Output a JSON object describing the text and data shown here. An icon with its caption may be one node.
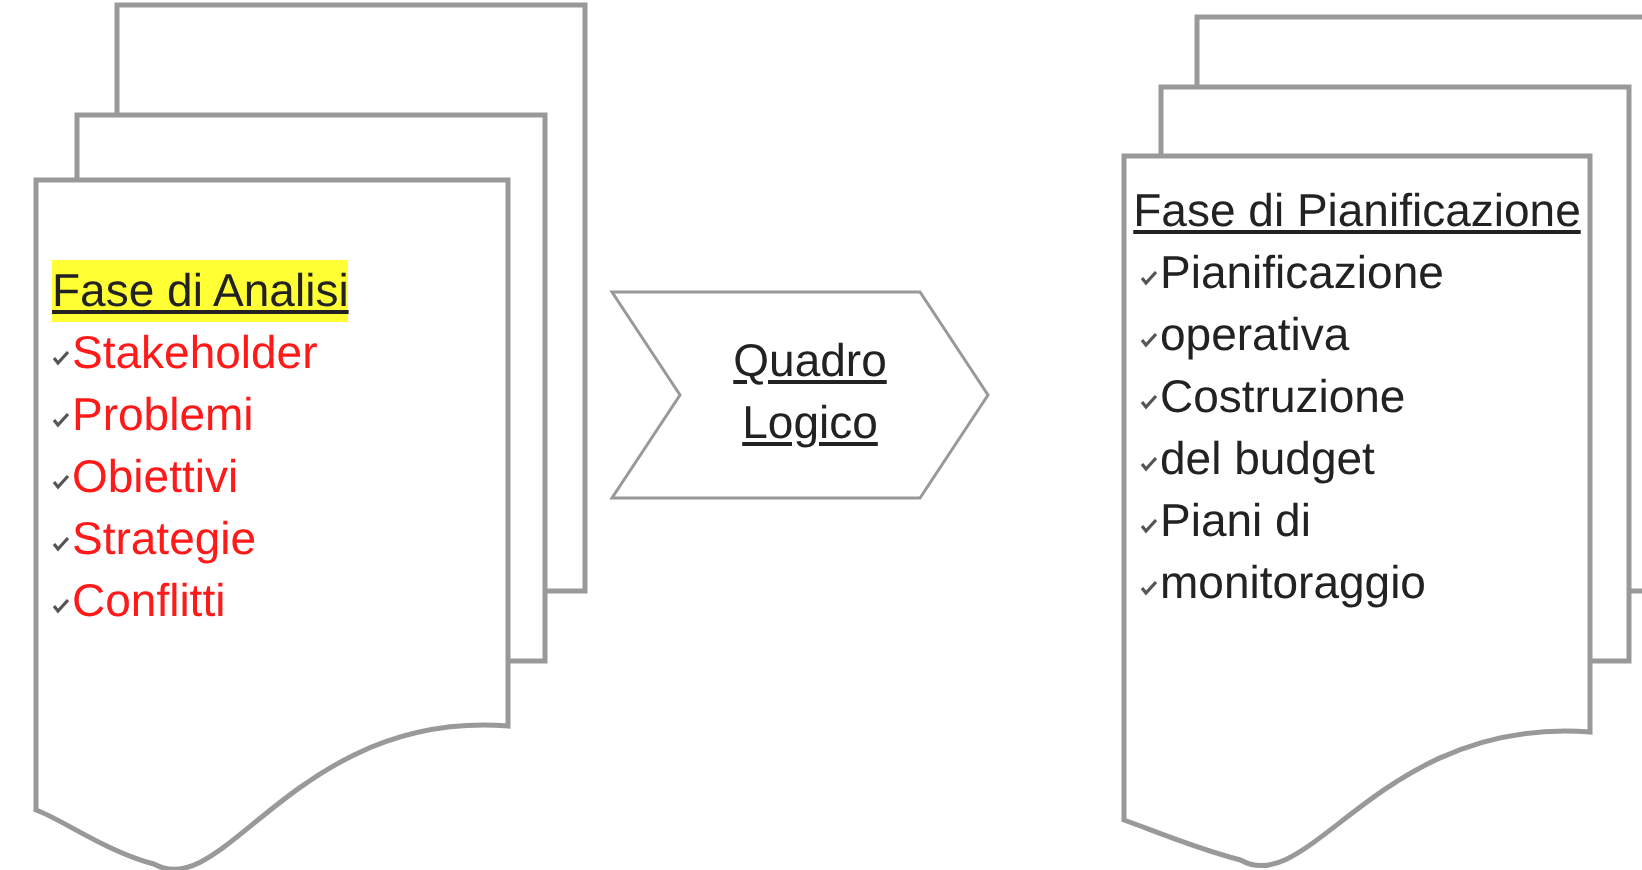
{
  "diagram": {
    "nodes": [
      {
        "text": [
          "Fase di Analisi",
          "Stakeholder",
          "Problemi",
          "Obiettivi",
          "Strategie",
          "Conflitti"
        ]
      },
      {
        "text": [
          "Quadro Logico"
        ]
      },
      {
        "text": [
          "Fase di Pianificazione",
          "Pianificazione",
          "operativa",
          "Costruzione",
          "del budget",
          "Piani di",
          "monitoraggio"
        ]
      }
    ],
    "edges": []
  }
}
